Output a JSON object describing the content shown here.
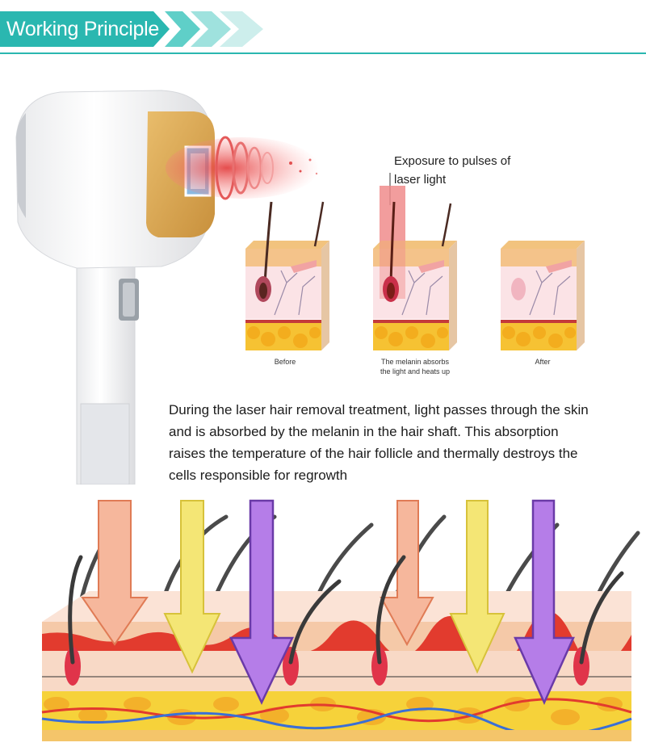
{
  "header": {
    "title": "Working Principle"
  },
  "caption": {
    "line1": "Exposure to pulses of",
    "line2": "laser light"
  },
  "stages": [
    {
      "line1": "Before",
      "line2": ""
    },
    {
      "line1": "The melanin absorbs",
      "line2": "the light and heats up"
    },
    {
      "line1": "After",
      "line2": ""
    }
  ],
  "description": {
    "line1": "During the laser hair removal treatment, light passes through the skin",
    "line2": "and is absorbed by the melanin in the hair shaft. This absorption",
    "line3": "raises the temperature of the hair follicle and thermally destroys the",
    "line4": "cells responsible for regrowth"
  },
  "colors": {
    "accent": "#2ab7b0",
    "handpiece_window": "#d8a655",
    "laser_red": "#e8505a",
    "arrow_peach": "#f6b79c",
    "arrow_yellow": "#f4e675",
    "arrow_purple": "#b57de8",
    "fat_yellow": "#f6c633"
  }
}
